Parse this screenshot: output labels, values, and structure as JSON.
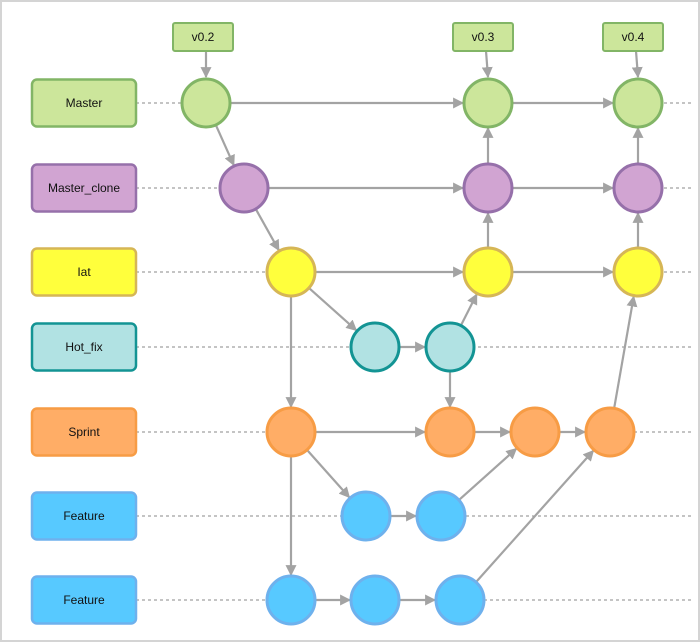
{
  "diagram": {
    "colors": {
      "edge": "#a3a3a3",
      "lane_line": "#8a8a8a",
      "frame": "#d4d4d4"
    },
    "palettes": {
      "master": {
        "fill": "#cce69b",
        "stroke": "#82b566"
      },
      "clone": {
        "fill": "#d1a4d2",
        "stroke": "#9670aa"
      },
      "iat": {
        "fill": "#ffff3c",
        "stroke": "#d6b656"
      },
      "hotfix": {
        "fill": "#b1e2e3",
        "stroke": "#139494"
      },
      "sprint": {
        "fill": "#ffad66",
        "stroke": "#f79c45"
      },
      "feature": {
        "fill": "#57c9ff",
        "stroke": "#6eb1ed"
      }
    },
    "lanes": [
      {
        "id": "master",
        "label": "Master",
        "palette": "master"
      },
      {
        "id": "clone",
        "label": "Master_clone",
        "palette": "clone"
      },
      {
        "id": "iat",
        "label": "Iat",
        "palette": "iat"
      },
      {
        "id": "hotfix",
        "label": "Hot_fix",
        "palette": "hotfix"
      },
      {
        "id": "sprint",
        "label": "Sprint",
        "palette": "sprint"
      },
      {
        "id": "feature1",
        "label": "Feature",
        "palette": "feature"
      },
      {
        "id": "feature2",
        "label": "Feature",
        "palette": "feature"
      }
    ],
    "tags": [
      {
        "id": "t1",
        "label": "v0.2",
        "target": "m1"
      },
      {
        "id": "t2",
        "label": "v0.3",
        "target": "m2"
      },
      {
        "id": "t3",
        "label": "v0.4",
        "target": "m3"
      }
    ],
    "commits": [
      {
        "id": "m1",
        "lane": "master"
      },
      {
        "id": "m2",
        "lane": "master"
      },
      {
        "id": "m3",
        "lane": "master"
      },
      {
        "id": "c1",
        "lane": "clone"
      },
      {
        "id": "c2",
        "lane": "clone"
      },
      {
        "id": "c3",
        "lane": "clone"
      },
      {
        "id": "i1",
        "lane": "iat"
      },
      {
        "id": "i2",
        "lane": "iat"
      },
      {
        "id": "i3",
        "lane": "iat"
      },
      {
        "id": "h1",
        "lane": "hotfix"
      },
      {
        "id": "h2",
        "lane": "hotfix"
      },
      {
        "id": "s1",
        "lane": "sprint"
      },
      {
        "id": "s2",
        "lane": "sprint"
      },
      {
        "id": "s3",
        "lane": "sprint"
      },
      {
        "id": "s4",
        "lane": "sprint"
      },
      {
        "id": "f1",
        "lane": "feature1"
      },
      {
        "id": "f2",
        "lane": "feature1"
      },
      {
        "id": "g1",
        "lane": "feature2"
      },
      {
        "id": "g2",
        "lane": "feature2"
      },
      {
        "id": "g3",
        "lane": "feature2"
      }
    ],
    "edges": [
      {
        "from": "t1",
        "to": "m1"
      },
      {
        "from": "t2",
        "to": "m2"
      },
      {
        "from": "t3",
        "to": "m3"
      },
      {
        "from": "m1",
        "to": "m2"
      },
      {
        "from": "m2",
        "to": "m3"
      },
      {
        "from": "m1",
        "to": "c1"
      },
      {
        "from": "c1",
        "to": "c2"
      },
      {
        "from": "c2",
        "to": "c3"
      },
      {
        "from": "c2",
        "to": "m2"
      },
      {
        "from": "c3",
        "to": "m3"
      },
      {
        "from": "c1",
        "to": "i1"
      },
      {
        "from": "i1",
        "to": "i2"
      },
      {
        "from": "i2",
        "to": "i3"
      },
      {
        "from": "i2",
        "to": "c2"
      },
      {
        "from": "i3",
        "to": "c3"
      },
      {
        "from": "i1",
        "to": "h1"
      },
      {
        "from": "h1",
        "to": "h2"
      },
      {
        "from": "h2",
        "to": "i2"
      },
      {
        "from": "h2",
        "to": "s2"
      },
      {
        "from": "i1",
        "to": "s1"
      },
      {
        "from": "s1",
        "to": "s2"
      },
      {
        "from": "s2",
        "to": "s3"
      },
      {
        "from": "s3",
        "to": "s4"
      },
      {
        "from": "s4",
        "to": "i3"
      },
      {
        "from": "s1",
        "to": "f1"
      },
      {
        "from": "f1",
        "to": "f2"
      },
      {
        "from": "f2",
        "to": "s3"
      },
      {
        "from": "s1",
        "to": "g1"
      },
      {
        "from": "g1",
        "to": "g2"
      },
      {
        "from": "g2",
        "to": "g3"
      },
      {
        "from": "g3",
        "to": "s4"
      }
    ]
  }
}
